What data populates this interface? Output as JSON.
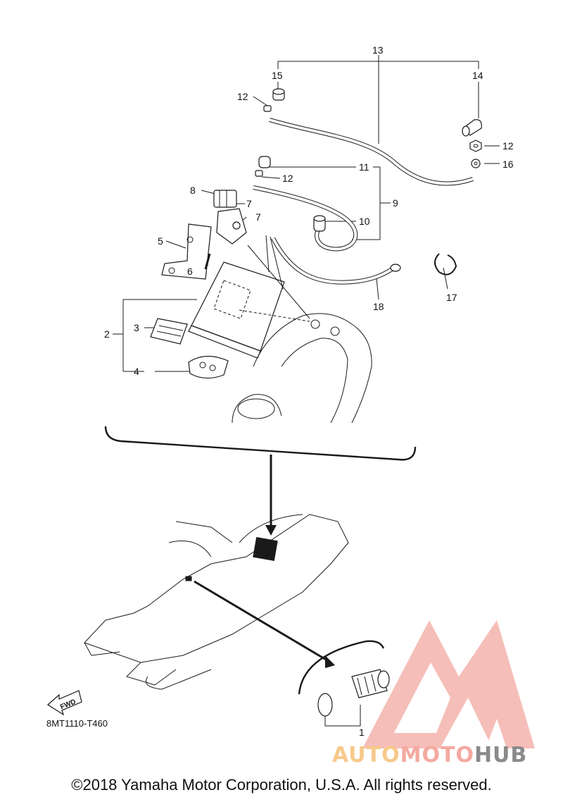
{
  "callouts": {
    "n1": "1",
    "n2": "2",
    "n3": "3",
    "n4": "4",
    "n5": "5",
    "n6": "6",
    "n7": "7",
    "n8": "8",
    "n9": "9",
    "n10": "10",
    "n11": "11",
    "n12": "12",
    "n13": "13",
    "n14": "14",
    "n15": "15",
    "n16": "16",
    "n17": "17",
    "n18": "18"
  },
  "drawing_code": "8MT1110-T460",
  "fwd_label": "FWD",
  "copyright": "©2018 Yamaha Motor Corporation, U.S.A. All rights reserved.",
  "watermark": {
    "part1": "AUTO",
    "part2": "MOTO",
    "part3": "HUB"
  },
  "colors": {
    "watermark_red": "#f08a80",
    "watermark_orange": "#f7c98a",
    "watermark_gray": "#8a8a8a",
    "ink": "#1a1a1a"
  }
}
